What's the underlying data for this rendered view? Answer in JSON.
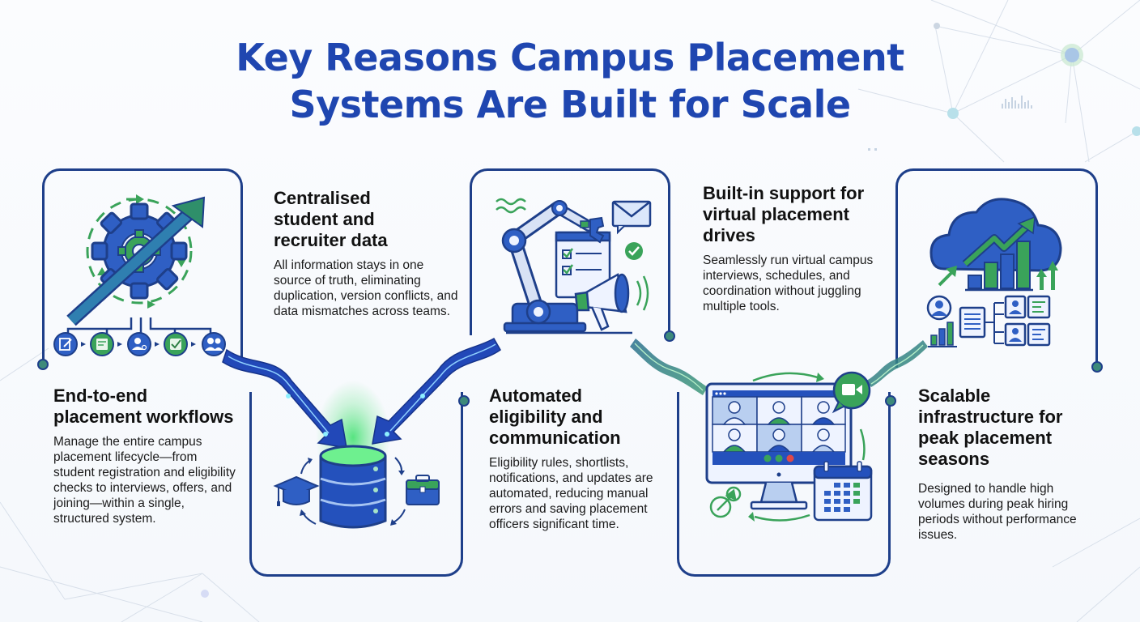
{
  "title": {
    "line1": "Key Reasons Campus Placement",
    "line2": "Systems Are Built for Scale"
  },
  "colors": {
    "primary_blue": "#1f46b0",
    "frame_navy": "#1e3f8a",
    "accent_green": "#3aa35a",
    "glow_green": "#4ee37a",
    "text_dark": "#111111"
  },
  "cards": [
    {
      "id": "workflows",
      "title": "End-to-end placement workflows",
      "body": "Manage the entire campus placement lifecycle—from student registration and eligibility checks to interviews, offers, and joining—within a single, structured system.",
      "icon": "gear-growth-arrow-icon",
      "sub_icons": [
        "form-edit-icon",
        "document-form-icon",
        "user-search-icon",
        "checkmark-icon",
        "users-group-icon"
      ]
    },
    {
      "id": "centralised-data",
      "title": "Centralised student and recruiter data",
      "body": "All information stays in one source of truth, eliminating duplication, version conflicts, and data mismatches across teams.",
      "icon": "database-icon",
      "sub_icons": [
        "graduation-cap-icon",
        "briefcase-icon"
      ]
    },
    {
      "id": "automation",
      "title": "Automated eligibility and communication",
      "body": "Eligibility rules, shortlists, notifications, and updates are automated, reducing manual errors and saving placement officers significant time.",
      "icon": "robot-arm-icon",
      "sub_icons": [
        "checklist-icon",
        "envelope-icon",
        "check-badge-icon",
        "megaphone-icon"
      ]
    },
    {
      "id": "virtual-drives",
      "title": "Built-in support for virtual placement drives",
      "body": "Seamlessly run virtual campus interviews, schedules, and coordination without juggling multiple tools.",
      "icon": "video-conference-monitor-icon",
      "sub_icons": [
        "video-camera-icon",
        "calendar-icon",
        "link-icon"
      ]
    },
    {
      "id": "scalable-infra",
      "title": "Scalable infrastructure for peak placement seasons",
      "body": "Designed to handle high volumes during peak hiring periods without performance issues.",
      "icon": "cloud-growth-chart-icon",
      "sub_icons": [
        "user-avatar-icon",
        "bar-chart-icon",
        "list-document-icon",
        "profile-card-icon"
      ]
    }
  ]
}
